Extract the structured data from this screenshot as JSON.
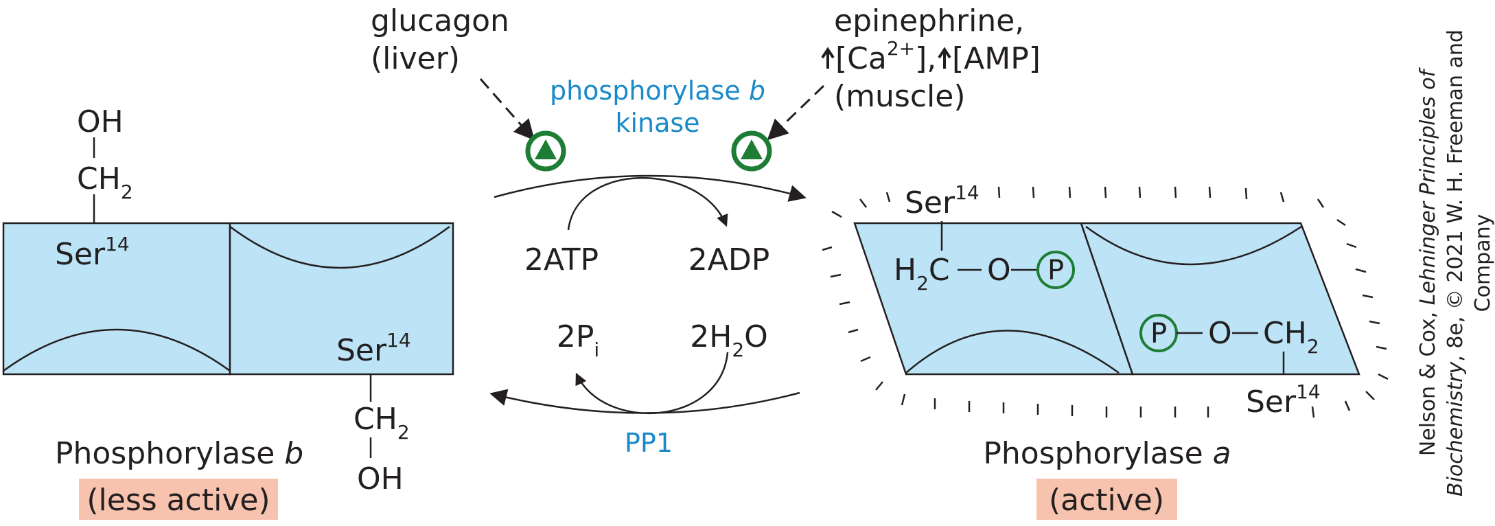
{
  "left_enzyme": {
    "name_prefix": "Phosphorylase ",
    "name_italic": "b",
    "activity": "(less active)",
    "top_group": {
      "oh": "OH",
      "ch": "CH",
      "ch_sub": "2",
      "ser": "Ser",
      "ser_sup": "14"
    },
    "bottom_group": {
      "ser": "Ser",
      "ser_sup": "14",
      "ch": "CH",
      "ch_sub": "2",
      "oh": "OH"
    }
  },
  "right_enzyme": {
    "name_prefix": "Phosphorylase ",
    "name_italic": "a",
    "activity": "(active)",
    "top_group": {
      "ser": "Ser",
      "ser_sup": "14",
      "h": "H",
      "h_sub": "2",
      "c": "C",
      "o": "O",
      "p": "P"
    },
    "bottom_group": {
      "p": "P",
      "o": "O",
      "ch": "CH",
      "ch_sub": "2",
      "ser": "Ser",
      "ser_sup": "14"
    }
  },
  "signals": {
    "left_line1": "glucagon",
    "left_line2": "(liver)",
    "right_line1": "epinephrine,",
    "right_ca": "[Ca",
    "right_ca_sup": "2+",
    "right_ca_close": "],",
    "right_amp": "[AMP]",
    "right_line3": "(muscle)"
  },
  "kinase": {
    "line1_prefix": "phosphorylase ",
    "line1_italic": "b",
    "line2": "kinase"
  },
  "forward": {
    "substrate": "2ATP",
    "product": "2ADP"
  },
  "reverse": {
    "substrate_base": "2H",
    "substrate_sub": "2",
    "substrate_end": "O",
    "product_base": "2P",
    "product_sub": "i",
    "enzyme": "PP1"
  },
  "credit": {
    "line1_plain": "Nelson & Cox, ",
    "line1_italic": "Lehninger Principles of",
    "line2_italic": "Biochemistry",
    "line2_plain": ", 8e, © 2021 W. H. Freeman and",
    "line3": "Company"
  },
  "colors": {
    "enzyme_fill": "#bde3f6",
    "highlight": "#f7c3ae",
    "phosphate": "#1e7d35",
    "enzyme_label": "#1a8ac8"
  }
}
